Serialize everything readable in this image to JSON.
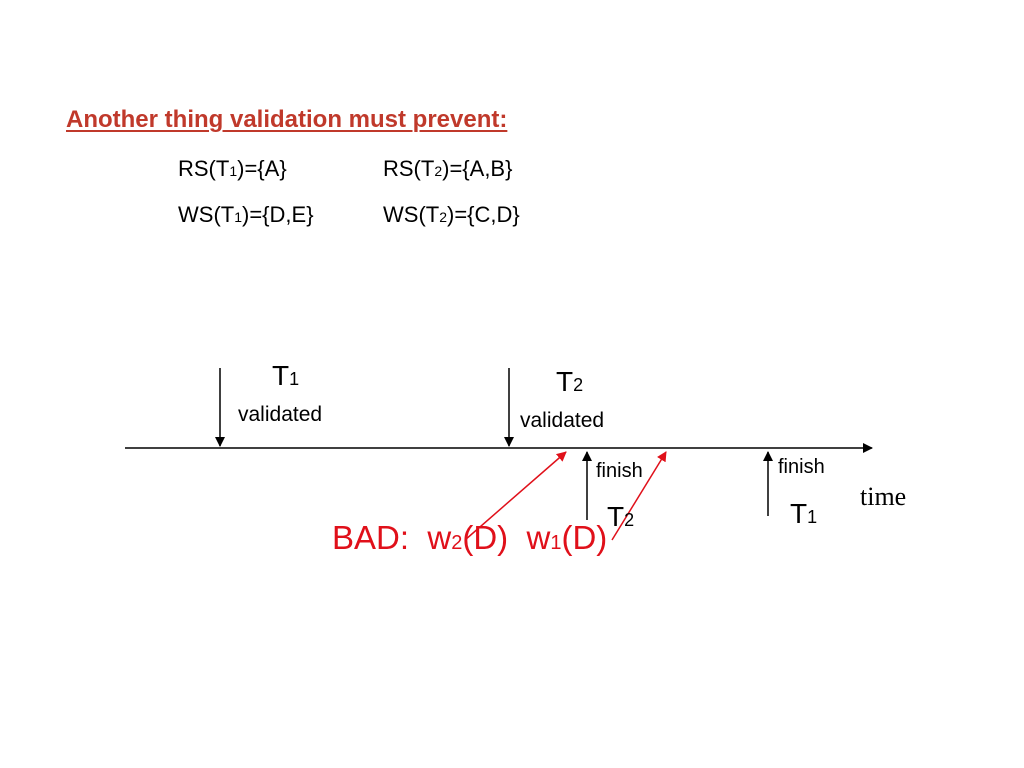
{
  "heading": "Another thing validation must prevent:",
  "sets": {
    "rs1_pre": "RS(T",
    "rs1_sub": "1",
    "rs1_post": ")={A}",
    "rs2_pre": "RS(T",
    "rs2_sub": "2",
    "rs2_post": ")={A,B}",
    "ws1_pre": "WS(T",
    "ws1_sub": "1",
    "ws1_post": ")={D,E}",
    "ws2_pre": "WS(T",
    "ws2_sub": "2",
    "ws2_post": ")={C,D}"
  },
  "timeline": {
    "t1_validated": {
      "t": "T",
      "sub": "1",
      "label": "validated"
    },
    "t2_validated": {
      "t": "T",
      "sub": "2",
      "label": "validated"
    },
    "t2_finish": {
      "label": "finish",
      "t": "T",
      "sub": "2"
    },
    "t1_finish": {
      "label": "finish",
      "t": "T",
      "sub": "1"
    },
    "axis_label": "time"
  },
  "bad": {
    "prefix": "BAD:",
    "w2": "w",
    "w2_sub": "2",
    "w2_arg": "(D)",
    "w1": "w",
    "w1_sub": "1",
    "w1_arg": "(D)"
  },
  "colors": {
    "heading": "#c0392b",
    "bad": "#e0101a",
    "arrow_red": "#e0101a",
    "line": "#000000"
  }
}
